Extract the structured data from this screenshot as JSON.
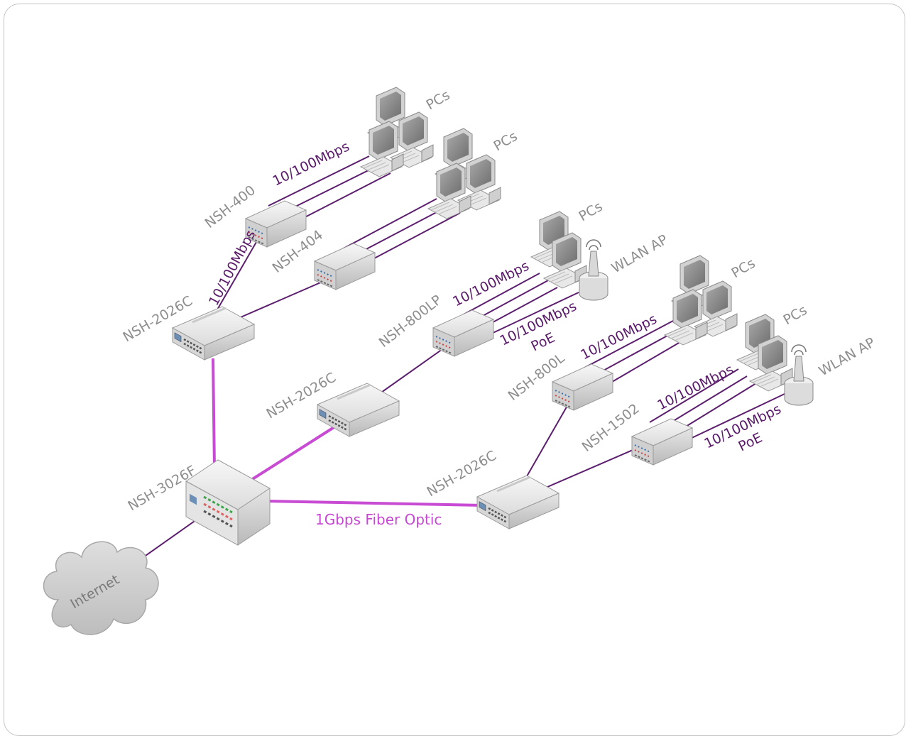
{
  "colors": {
    "copper_link": "#5c1f6e",
    "fiber_link": "#c84bd3",
    "device_label": "#8e8e8e",
    "speed_label": "#5a1a6a",
    "cloud_fill": "#cfcfcf"
  },
  "devices": {
    "core": "NSH-3026F",
    "agg_top": "NSH-2026C",
    "agg_mid": "NSH-2026C",
    "agg_right": "NSH-2026C",
    "sw_400": "NSH-400",
    "sw_404": "NSH-404",
    "sw_800lp": "NSH-800LP",
    "sw_800l": "NSH-800L",
    "sw_1502": "NSH-1502"
  },
  "endpoints": {
    "pcs_1": "PCs",
    "pcs_2": "PCs",
    "pcs_3": "PCs",
    "pcs_4": "PCs",
    "pcs_5": "PCs",
    "ap_1": "WLAN AP",
    "ap_2": "WLAN AP"
  },
  "cloud": {
    "label": "Internet"
  },
  "links": {
    "fiber": "1Gbps Fiber Optic",
    "speed_400_pcs": "10/100Mbps",
    "speed_2026_400": "10/100Mbps",
    "speed_800lp_pcs": "10/100Mbps",
    "speed_800lp_ap": "10/100Mbps",
    "poe_800lp_ap": "PoE",
    "speed_800l_pcs": "10/100Mbps",
    "speed_1502_pcs": "10/100Mbps",
    "speed_1502_ap": "10/100Mbps",
    "poe_1502_ap": "PoE"
  }
}
